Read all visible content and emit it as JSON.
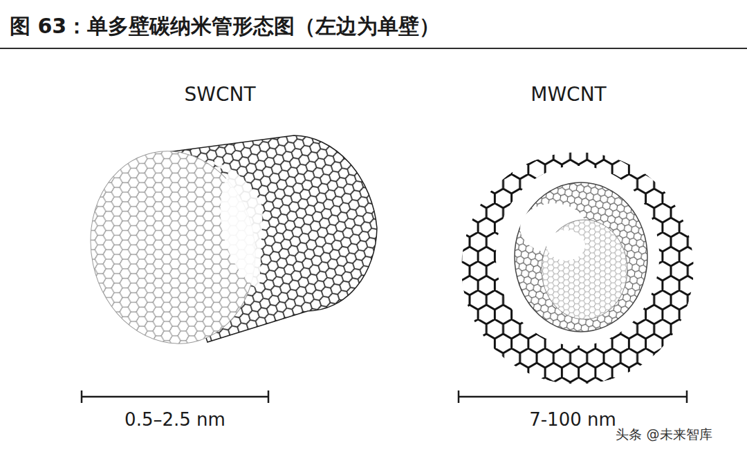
{
  "diagram": {
    "title": "图 63：单多壁碳纳米管形态图（左边为单壁）",
    "labels": [
      "SWCNT",
      "MWCNT",
      "0.5–2.5 nm",
      "7-100 nm",
      "头条 @未来智库"
    ]
  }
}
